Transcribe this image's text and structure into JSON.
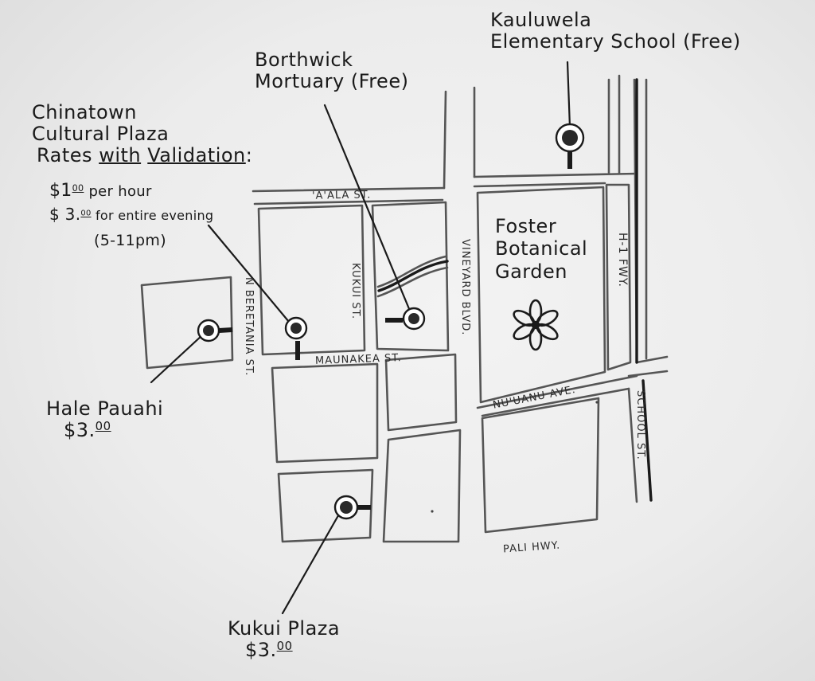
{
  "parking_labels": {
    "kauluwela": {
      "line1": "Kauluwela",
      "line2": "Elementary School (Free)"
    },
    "borthwick": {
      "line1": "Borthwick",
      "line2": "Mortuary (Free)"
    },
    "chinatown": {
      "line1": "Chinatown",
      "line2": "Cultural Plaza",
      "rates_a": "Rates",
      "rates_with": "with",
      "rates_validation": "Validation",
      "rates_colon": ":",
      "rate1_amount": "$1",
      "rate1_cents": "00",
      "rate1_desc": "per hour",
      "rate2_amount": "$ 3.",
      "rate2_cents": "00",
      "rate2_desc": "for entire evening",
      "rate_hours": "(5-11pm)"
    },
    "hale_pauahi": {
      "name": "Hale Pauahi",
      "price": "$3.",
      "price_cents": "00"
    },
    "kukui_plaza": {
      "name": "Kukui Plaza",
      "price": "$3.",
      "price_cents": "00"
    }
  },
  "garden": {
    "line1": "Foster",
    "line2": "Botanical",
    "line3": "Garden",
    "icon": "flower-icon"
  },
  "streets": {
    "aala": "'A'ALA ST.",
    "kukui": "KUKUI ST.",
    "vineyard": "VINEYARD BLVD.",
    "h1": "H-1 FWY.",
    "beretania": "N BERETANIA ST.",
    "maunakea": "MAUNAKEA ST.",
    "nuuanu": "NU'UANU AVE.",
    "school": "SCHOOL ST.",
    "pali": "PALI HWY."
  },
  "colors": {
    "ink": "#1a1a1a",
    "road_outline": "#555555",
    "paper": "#ececec"
  }
}
